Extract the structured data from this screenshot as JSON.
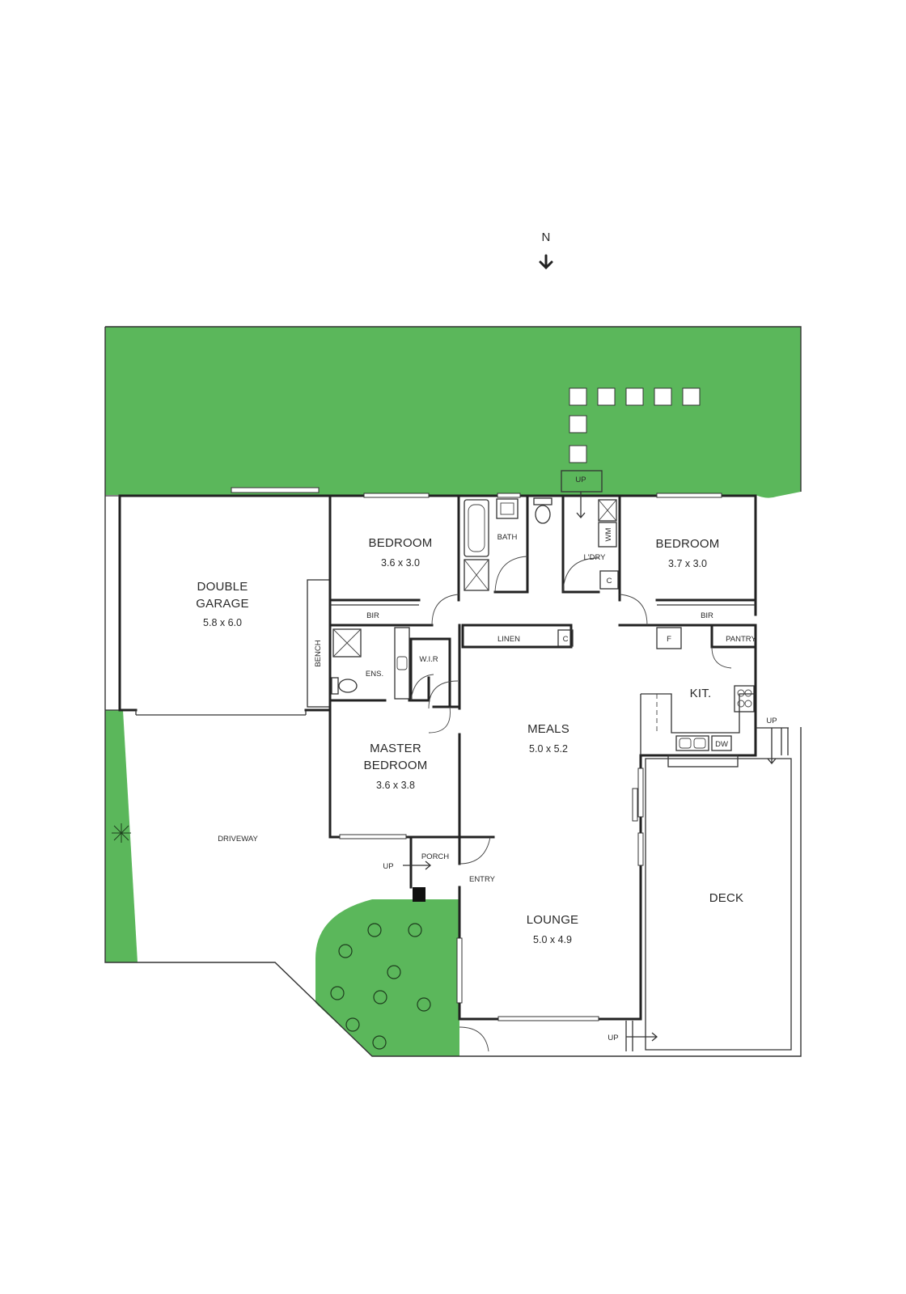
{
  "compass": {
    "label": "N"
  },
  "rooms": {
    "double_garage": {
      "line1": "DOUBLE",
      "line2": "GARAGE",
      "dims": "5.8 x 6.0"
    },
    "bedroom_2": {
      "name": "BEDROOM",
      "dims": "3.6 x 3.0"
    },
    "bedroom_3": {
      "name": "BEDROOM",
      "dims": "3.7 x 3.0"
    },
    "bath": {
      "name": "BATH"
    },
    "laundry": {
      "name": "L'DRY"
    },
    "master_bedroom": {
      "line1": "MASTER",
      "line2": "BEDROOM",
      "dims": "3.6 x 3.8"
    },
    "meals": {
      "name": "MEALS",
      "dims": "5.0 x 5.2"
    },
    "lounge": {
      "name": "LOUNGE",
      "dims": "5.0 x 4.9"
    },
    "kitchen": {
      "name": "KIT."
    },
    "deck": {
      "name": "DECK"
    },
    "driveway": {
      "name": "DRIVEWAY"
    },
    "porch": {
      "name": "PORCH"
    },
    "entry": {
      "name": "ENTRY"
    },
    "ensuite": {
      "name": "ENS."
    },
    "wir": {
      "name": "W.I.R"
    },
    "linen": {
      "name": "LINEN"
    },
    "pantry": {
      "name": "PANTRY"
    }
  },
  "fixtures": {
    "bench": "BENCH",
    "bir": "BIR",
    "cupboard": "C",
    "fridge": "F",
    "washing_machine": "WM",
    "dishwasher": "DW",
    "up": "UP"
  },
  "colors": {
    "garden": "#5bb75b",
    "walls": "#222222"
  }
}
